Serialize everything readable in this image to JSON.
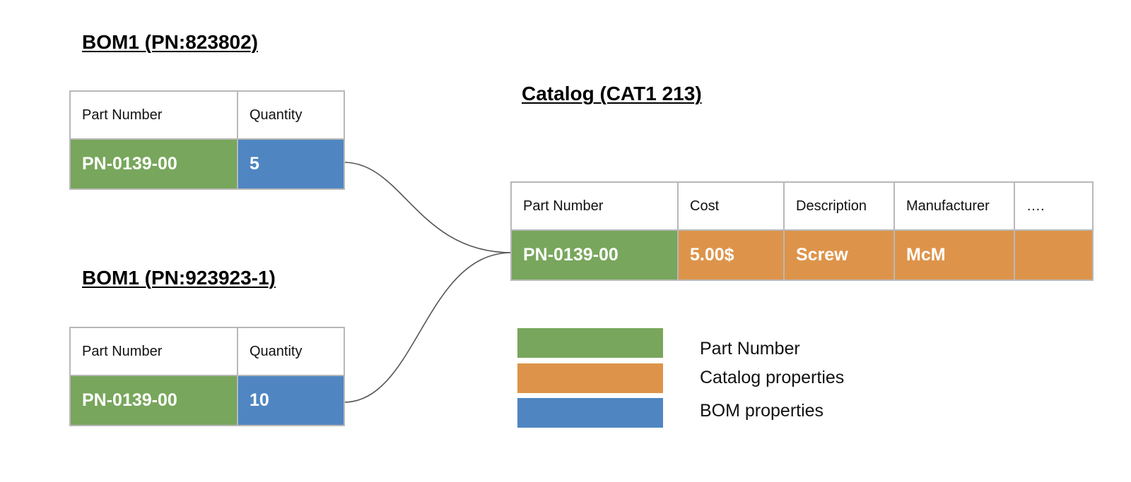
{
  "bom_a": {
    "title": "BOM1 (PN:823802)",
    "headers": [
      "Part Number",
      "Quantity"
    ],
    "row": [
      "PN-0139-00",
      "5"
    ]
  },
  "bom_b": {
    "title": "BOM1 (PN:923923-1)",
    "headers": [
      "Part Number",
      "Quantity"
    ],
    "row": [
      "PN-0139-00",
      "10"
    ]
  },
  "catalog": {
    "title": "Catalog (CAT1 213)",
    "headers": [
      "Part Number",
      "Cost",
      "Description",
      "Manufacturer",
      "…."
    ],
    "row": [
      "PN-0139-00",
      "5.00$",
      "Screw",
      "McM",
      ""
    ]
  },
  "legend": [
    {
      "label": "Part Number",
      "color": "#78a65c"
    },
    {
      "label": "Catalog properties",
      "color": "#dd944a"
    },
    {
      "label": "BOM properties",
      "color": "#4f86c2"
    }
  ],
  "colors": {
    "part_number": "#78a65c",
    "catalog_property": "#dd944a",
    "bom_property": "#4f86c2",
    "border": "#b8b8b8",
    "connector": "#555555"
  }
}
